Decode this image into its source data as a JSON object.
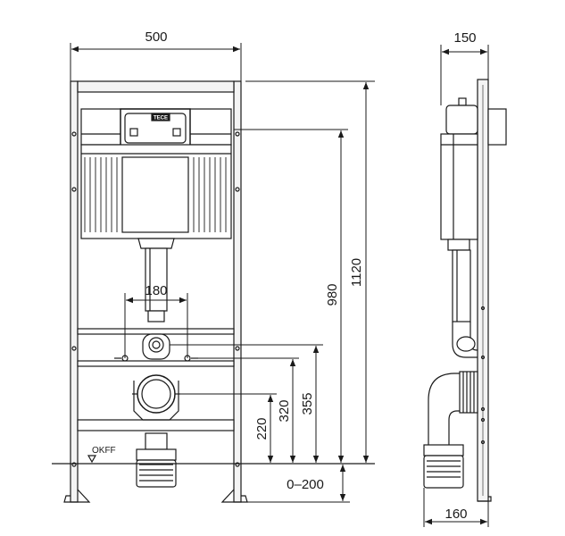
{
  "dimensions": {
    "front_width": "500",
    "side_depth": "150",
    "frame_height": "1120",
    "cistern_height": "980",
    "drain_spacing": "180",
    "drain_height": "355",
    "pipe_center_height": "320",
    "bottom_pipe_height": "220",
    "foot_adjust": "0–200",
    "pipe_offset": "160"
  },
  "labels": {
    "floor_label": "OKFF",
    "logo": "TECE"
  }
}
